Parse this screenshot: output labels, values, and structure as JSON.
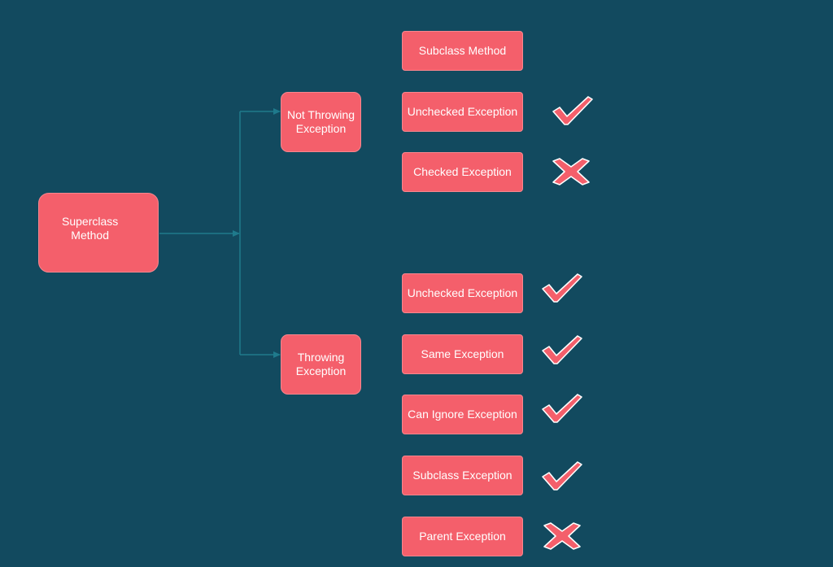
{
  "diagram": {
    "root": {
      "label": "Superclass\nMethod"
    },
    "branches": [
      {
        "label": "Not Throwing\nException",
        "items": [
          {
            "label": "Subclass Method",
            "mark": "none"
          },
          {
            "label": "Unchecked Exception",
            "mark": "check"
          },
          {
            "label": "Checked Exception",
            "mark": "cross"
          }
        ]
      },
      {
        "label": "Throwing\nException",
        "items": [
          {
            "label": "Unchecked Exception",
            "mark": "check"
          },
          {
            "label": "Same Exception",
            "mark": "check"
          },
          {
            "label": "Can Ignore Exception",
            "mark": "check"
          },
          {
            "label": "Subclass Exception",
            "mark": "check"
          },
          {
            "label": "Parent Exception",
            "mark": "cross"
          }
        ]
      }
    ],
    "colors": {
      "background": "#124a5f",
      "node": "#f45f6b",
      "connector": "#1f7a8c",
      "text": "#ffffff"
    },
    "icons": {
      "check": "check-mark-icon",
      "cross": "cross-mark-icon"
    }
  }
}
